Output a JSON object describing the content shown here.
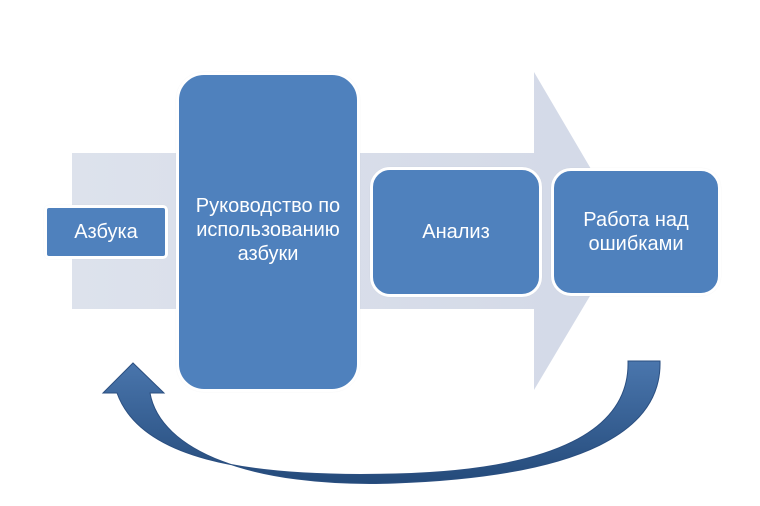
{
  "diagram": {
    "colors": {
      "node_fill": "#4f81bd",
      "node_border": "#ffffff",
      "big_arrow": "#d9deea",
      "return_arrow": "#365f91",
      "background": "#ffffff"
    },
    "nodes": [
      {
        "id": "azbuka",
        "label": "Азбука"
      },
      {
        "id": "guide",
        "label": "Руководство по использованию азбуки"
      },
      {
        "id": "analysis",
        "label": "Анализ"
      },
      {
        "id": "errors",
        "label": "Работа над ошибками"
      }
    ],
    "connectors": [
      {
        "from": "azbuka",
        "to": "errors",
        "kind": "process-arrow"
      },
      {
        "from": "errors",
        "to": "azbuka",
        "kind": "return-arc"
      }
    ]
  }
}
